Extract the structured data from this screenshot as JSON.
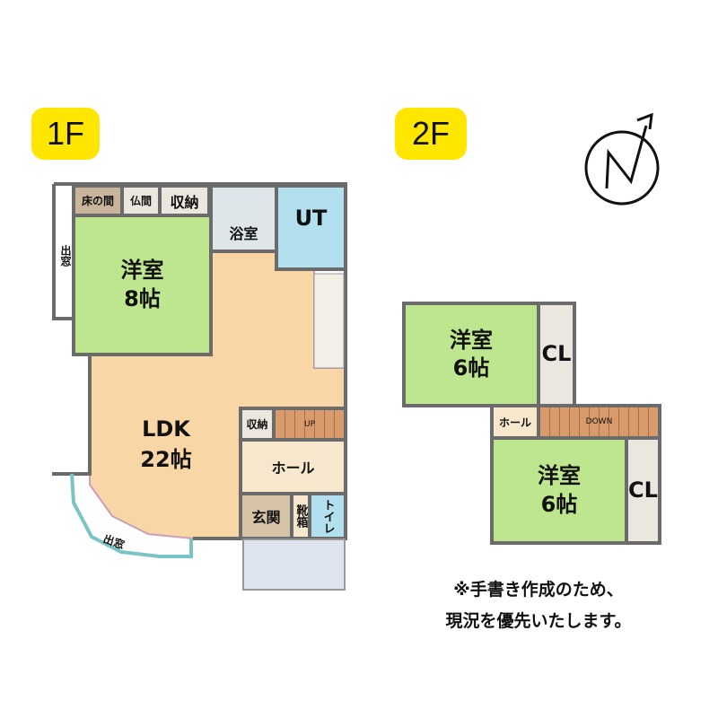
{
  "floors": {
    "first": {
      "badge": "1F",
      "rooms": {
        "tokonoma": "床の間",
        "butsuma": "仏間",
        "storage_top": "収納",
        "bathroom": "浴室",
        "utility": "UT",
        "western_room": "洋室\n8帖",
        "ldk": "LDK\n22帖",
        "storage_stairs": "収納",
        "stairs_label": "UP",
        "hall": "ホール",
        "entrance": "玄関",
        "shoe_box": "靴箱",
        "toilet": "トイレ",
        "bay_window_left": "出窓",
        "bay_window_bottom": "出窓"
      }
    },
    "second": {
      "badge": "2F",
      "rooms": {
        "western_room_top": "洋室\n6帖",
        "closet_top": "CL",
        "hall": "ホール",
        "stairs_label": "DOWN",
        "western_room_bottom": "洋室\n6帖",
        "closet_bottom": "CL"
      }
    }
  },
  "note": {
    "line1": "※手書き作成のため、",
    "line2": "現況を優先いたします。"
  },
  "compass": {
    "icon": "north-arrow-icon"
  }
}
